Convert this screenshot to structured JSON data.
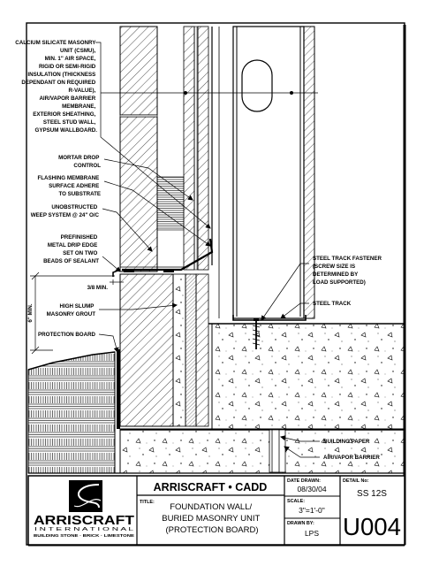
{
  "notes": {
    "csmu": [
      "CALCIUM SILICATE MASONRY",
      "UNIT (CSMU),",
      "MIN. 1\" AIR SPACE,",
      "RIGID OR SEMI-RIGID",
      "INSULATION (THICKNESS",
      "DEPENDANT ON REQUIRED",
      "R-VALUE),",
      "AIR/VAPOR BARRIER",
      "MEMBRANE,",
      "EXTERIOR SHEATHING,",
      "STEEL STUD WALL,",
      "GYPSUM WALLBOARD."
    ],
    "mortar_drop": [
      "MORTAR DROP",
      "CONTROL"
    ],
    "flashing": [
      "FLASHING MEMBRANE",
      "SURFACE ADHERE",
      "TO SUBSTRATE"
    ],
    "weep": [
      "UNOBSTRUCTED",
      "WEEP SYSTEM @ 24\" O/C"
    ],
    "drip_edge": [
      "PREFINISHED",
      "METAL DRIP EDGE",
      "SET ON TWO",
      "BEADS OF SEALANT"
    ],
    "min_38": "3/8 MIN.",
    "min_6": "6\" MIN.",
    "grout": [
      "HIGH SLUMP",
      "MASONRY GROUT"
    ],
    "protection_board": "PROTECTION BOARD",
    "fastener": [
      "STEEL TRACK FASTENER",
      "(SCREW SIZE IS",
      "DETERMINED BY",
      "LOAD SUPPORTED)"
    ],
    "steel_track": "STEEL TRACK",
    "building_paper": "BUILDING PAPER",
    "air_vapor": "AIR/VAPOR BARRIER"
  },
  "title_block": {
    "company_banner": "ARRISCRAFT • CADD",
    "logo_word": "ARRISCRAFT",
    "logo_sub": "I N T E R N A T I O N A L",
    "logo_tag": "BUILDING STONE · BRICK · LIMESTONE",
    "title_label": "TITLE:",
    "title_lines": [
      "FOUNDATION WALL/",
      "BURIED MASONRY UNIT",
      "(PROTECTION BOARD)"
    ],
    "date_label": "DATE DRAWN:",
    "date_value": "08/30/04",
    "scale_label": "SCALE:",
    "scale_value": "3\"=1'-0\"",
    "drawn_label": "DRAWN BY:",
    "drawn_value": "LPS",
    "detail_label": "DETAIL No:",
    "detail_code": "SS 12S",
    "detail_number": "U004"
  }
}
